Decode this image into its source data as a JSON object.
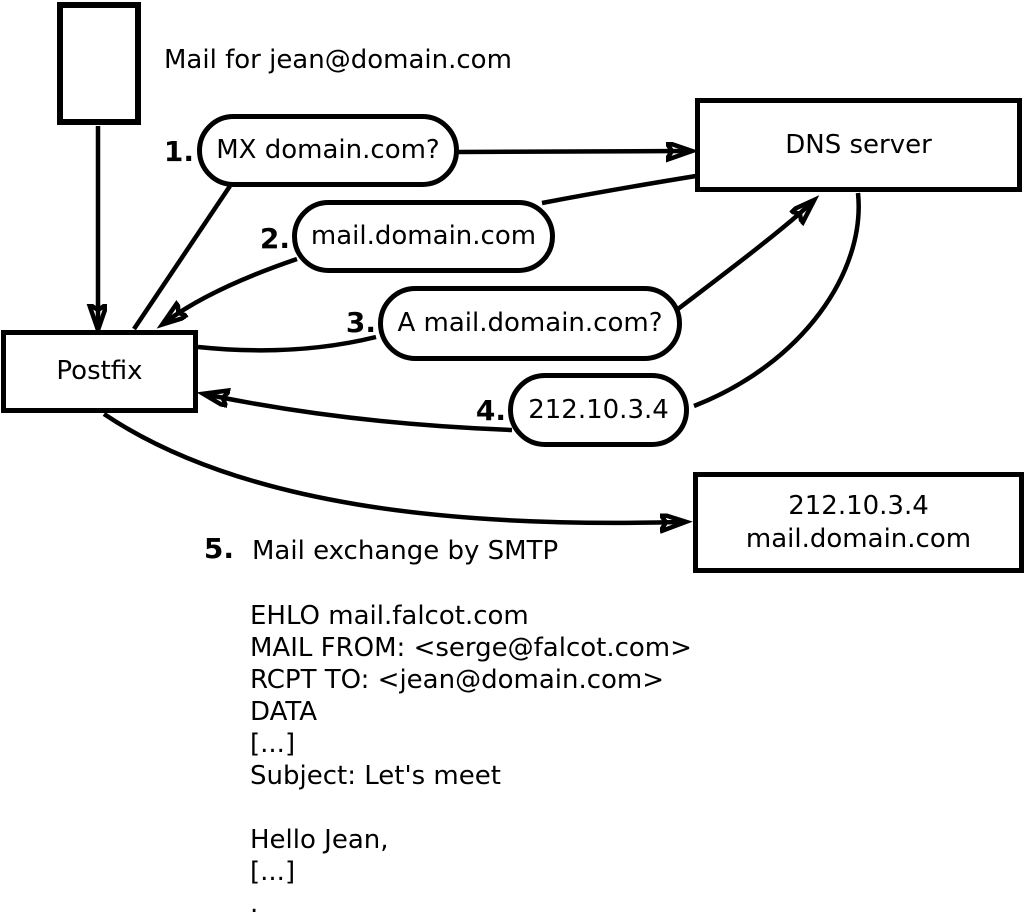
{
  "title": "Mail for jean@domain.com",
  "colors": {
    "ink": "#000000",
    "paper": "#ffffff"
  },
  "nodes": {
    "mail_document": "",
    "postfix": "Postfix",
    "dns_server": "DNS server",
    "mail_server": {
      "line1": "212.10.3.4",
      "line2": "mail.domain.com"
    }
  },
  "steps": [
    {
      "num": "1.",
      "label": "MX domain.com?"
    },
    {
      "num": "2.",
      "label": "mail.domain.com"
    },
    {
      "num": "3.",
      "label": "A mail.domain.com?"
    },
    {
      "num": "4.",
      "label": "212.10.3.4"
    },
    {
      "num": "5.",
      "label": "Mail exchange by SMTP"
    }
  ],
  "smtp_session": "EHLO mail.falcot.com\nMAIL FROM: <serge@falcot.com>\nRCPT TO: <jean@domain.com>\nDATA\n[...]\nSubject: Let's meet\n\nHello Jean,\n[...]\n."
}
